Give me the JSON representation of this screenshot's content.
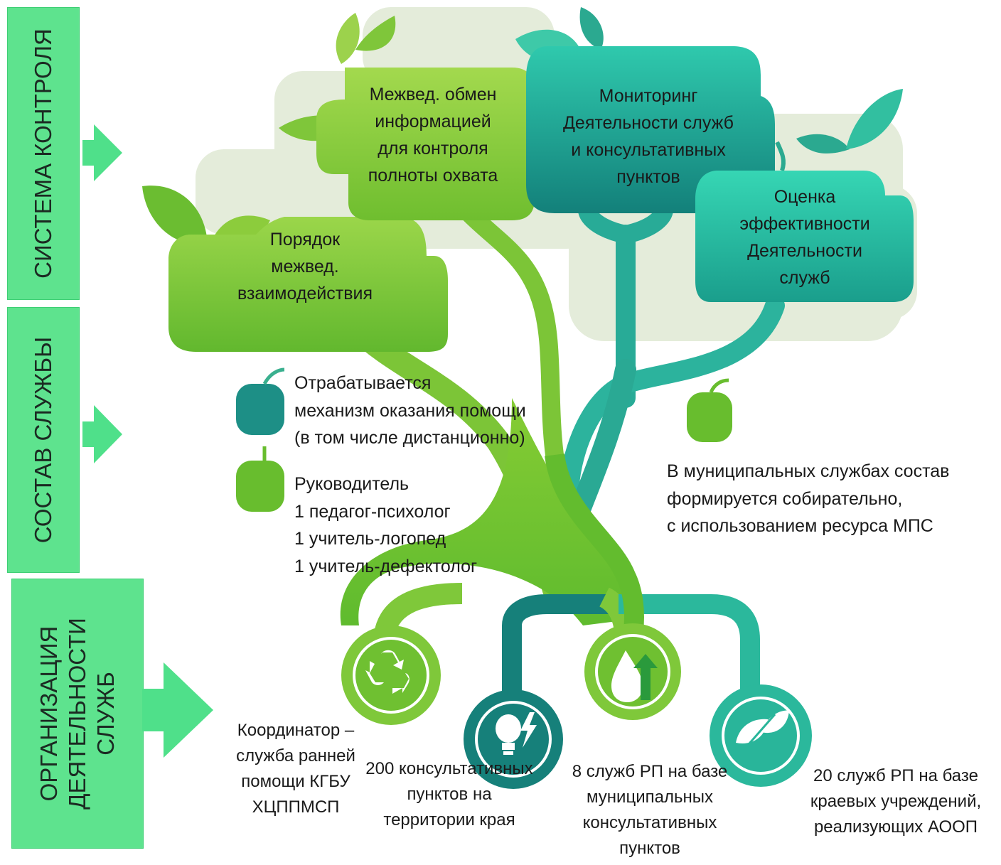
{
  "side_panels": [
    {
      "id": "control",
      "label": "СИСТЕМА КОНТРОЛЯ"
    },
    {
      "id": "staff",
      "label": "СОСТАВ СЛУЖБЫ"
    },
    {
      "id": "organization",
      "label_lines": [
        "ОРГАНИЗАЦИЯ",
        "ДЕЯТЕЛЬНОСТИ",
        "СЛУЖБ"
      ]
    }
  ],
  "control_boxes": [
    {
      "id": "order",
      "lines": [
        "Порядок",
        "межвед.",
        "взаимодействия"
      ]
    },
    {
      "id": "exchange",
      "lines": [
        "Межвед. обмен",
        "информацией",
        "для контроля",
        "полноты охвата"
      ]
    },
    {
      "id": "monitoring",
      "lines": [
        "Мониторинг",
        "Деятельности служб",
        "и консультативных",
        "пунктов"
      ]
    },
    {
      "id": "evaluation",
      "lines": [
        "Оценка",
        "эффективности",
        "Деятельности",
        "служб"
      ]
    }
  ],
  "staff_notes": {
    "mechanism": [
      "Отрабатывается",
      "механизм оказания помощи",
      "(в том числе дистанционно)"
    ],
    "composition": [
      "Руководитель",
      "1 педагог-психолог",
      "1 учитель-логопед",
      "1 учитель-дефектолог"
    ],
    "municipal": [
      "В муниципальных службах состав",
      "формируется собирательно,",
      "с использованием ресурса МПС"
    ]
  },
  "organization_items": [
    {
      "id": "coordinator",
      "icon": "recycle-icon",
      "lines": [
        "Координатор –",
        "служба ранней",
        "помощи КГБУ",
        "ХЦППМСП"
      ]
    },
    {
      "id": "consult-points",
      "icon": "lightbulb-icon",
      "lines": [
        "200 консультативных",
        "пунктов на",
        "территории края"
      ]
    },
    {
      "id": "municipal-services",
      "icon": "water-drop-arrow-icon",
      "lines": [
        "8 служб РП на базе",
        "муниципальных",
        "консультативных",
        "пунктов"
      ]
    },
    {
      "id": "regional-services",
      "icon": "leaves-icon",
      "lines": [
        "20 служб РП на базе",
        "краевых учреждений,",
        "реализующих АООП"
      ]
    }
  ],
  "colors": {
    "panel": "#5ee38e",
    "arrow": "#4fe08a",
    "lime": "#7dc832",
    "teal": "#1fa89a",
    "dark_teal": "#16807a",
    "pale_bg": "#e3ecd8"
  }
}
